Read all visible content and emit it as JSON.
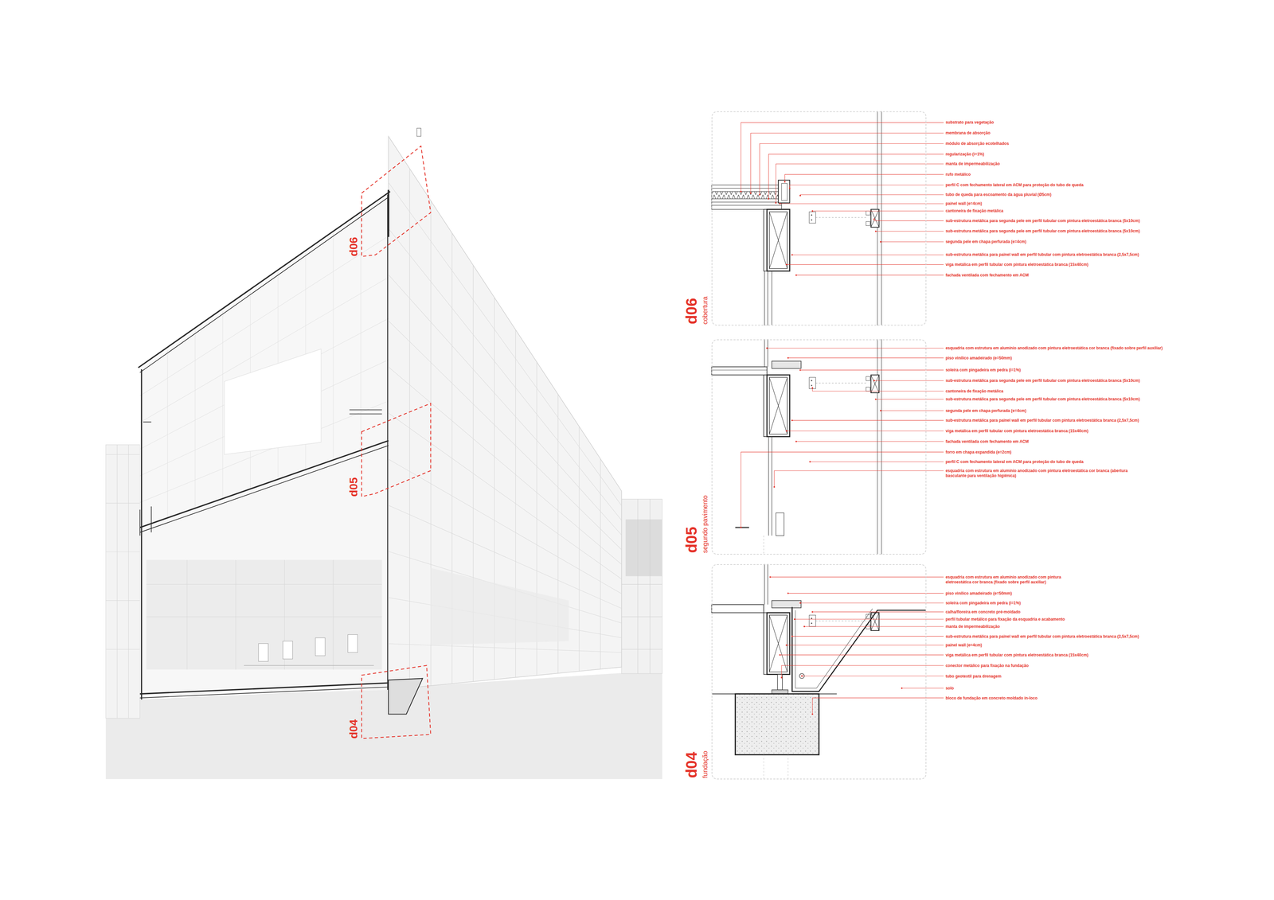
{
  "diagram": {
    "nodes": [
      {
        "text": [
          "d06",
          "cobertura"
        ]
      },
      {
        "text": [
          "d05",
          "segundo pavimento"
        ]
      },
      {
        "text": [
          "d04",
          "fundação"
        ]
      }
    ],
    "labels": [
      "d06",
      "d05",
      "d04",
      "substrato para vegetação",
      "membrana de absorção",
      "módulo de absorção ecotelhados",
      "regularização (i=1%)",
      "manta de impermeabilização",
      "rufo metálico",
      "perfil C com fechamento lateral em ACM para proteção do tubo de queda",
      "tubo de queda para escoamento da água pluvial (Ø5cm)",
      "painel wall (e=4cm)",
      "cantoneira de fixação metálica",
      "sub-estrutura metálica para segunda pele em perfil tubular com pintura eletroestática branca (5x10cm)",
      "sub-estrutura metálica para segunda pele em perfil tubular com pintura eletroestática branca (5x10cm)",
      "segunda pele em chapa perfurada (e=4cm)",
      "sub-estrutura metálica para painel wall em perfil tubular com pintura eletroestática branca (2,5x7,5cm)",
      "viga metálica em perfil tubular com pintura eletroestática branca (15x40cm)",
      "fachada ventilada com fechamento em ACM",
      "esquadria com estrutura em alumínio anodizado com pintura eletroestática cor branca (fixado sobre perfil auxiliar)",
      "piso vinílico amadeirado (e=50mm)",
      "soleira com pingadeira em pedra (i=1%)",
      "sub-estrutura metálica para segunda pele em perfil tubular com pintura eletroestática branca (5x10cm)",
      "cantoneira de fixação metálica",
      "sub-estrutura metálica para segunda pele em perfil tubular com pintura eletroestática branca (5x10cm)",
      "segunda pele em chapa perfurada (e=4cm)",
      "sub-estrutura metálica para painel wall em perfil tubular com pintura eletroestática branca (2,5x7,5cm)",
      "viga metálica em perfil tubular com pintura eletroestática branca (15x40cm)",
      "fachada ventilada com fechamento em ACM",
      "forro em chapa expandida (e=2cm)",
      "perfil C com fechamento lateral em ACM para proteção do tubo de queda",
      "esquadria com estrutura em alumínio anodizado com pintura eletroestática cor branca (abertura basculante para ventilação higiênica)",
      "esquadria com estrutura em alumínio anodizado com pintura eletroestática cor branca (fixado sobre perfil auxiliar)",
      "piso vinílico amadeirado (e=50mm)",
      "soleira com pingadeira em pedra (i=1%)",
      "calha/floreira em concreto pré-moldado",
      "perfil tubular metálico para fixação da esquadria e acabamento",
      "manta de impermeabilização",
      "sub-estrutura metálica para painel wall em perfil tubular com pintura eletroestática branca (2,5x7,5cm)",
      "painel wall (e=4cm)",
      "viga metálica em perfil tubular com pintura eletroestática branca (15x40cm)",
      "conector metálico para fixação na fundação",
      "tubo geotextil para drenagem",
      "solo",
      "bloco de fundação em concreto moldado in-loco"
    ]
  }
}
